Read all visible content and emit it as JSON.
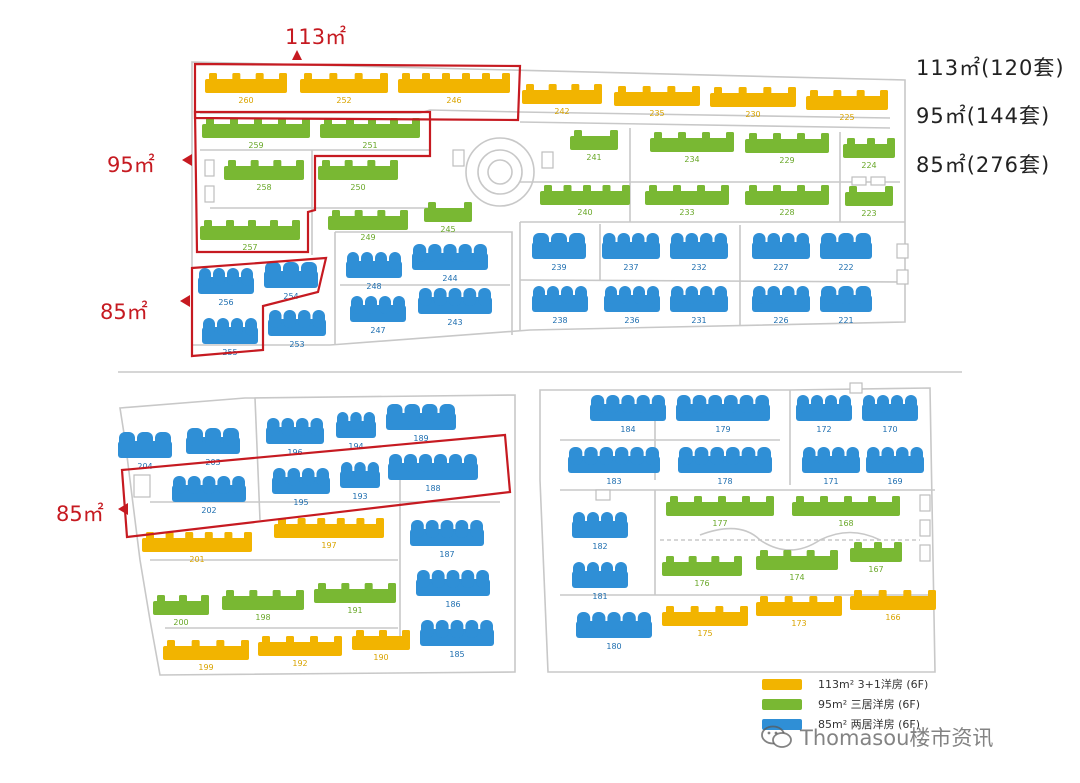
{
  "stats": [
    {
      "label": "113㎡(120套)"
    },
    {
      "label": "95㎡(144套)"
    },
    {
      "label": "85㎡(276套)"
    }
  ],
  "callouts": {
    "c113": "113㎡",
    "c95": "95㎡",
    "c85a": "85㎡",
    "c85b": "85㎡"
  },
  "legend": [
    {
      "label": "113m² 3+1洋房 (6F)",
      "color": "#f2b400"
    },
    {
      "label": "95m² 三居洋房 (6F)",
      "color": "#79b833"
    },
    {
      "label": "85m² 两居洋房 (6F)",
      "color": "#2f8fd6"
    }
  ],
  "watermark": "Thomasou楼市资讯",
  "colors": {
    "yellow": "#f2b400",
    "green": "#79b833",
    "blue": "#2f8fd6",
    "red": "#c61a21",
    "road": "#c8c8c8"
  },
  "buildings": [
    {
      "num": "260",
      "type": "y"
    },
    {
      "num": "252",
      "type": "y"
    },
    {
      "num": "246",
      "type": "y"
    },
    {
      "num": "242",
      "type": "y"
    },
    {
      "num": "235",
      "type": "y"
    },
    {
      "num": "230",
      "type": "y"
    },
    {
      "num": "225",
      "type": "y"
    },
    {
      "num": "259",
      "type": "g"
    },
    {
      "num": "251",
      "type": "g"
    },
    {
      "num": "258",
      "type": "g"
    },
    {
      "num": "250",
      "type": "g"
    },
    {
      "num": "257",
      "type": "g"
    },
    {
      "num": "249",
      "type": "g"
    },
    {
      "num": "245",
      "type": "g"
    },
    {
      "num": "241",
      "type": "g"
    },
    {
      "num": "234",
      "type": "g"
    },
    {
      "num": "229",
      "type": "g"
    },
    {
      "num": "224",
      "type": "g"
    },
    {
      "num": "240",
      "type": "g"
    },
    {
      "num": "233",
      "type": "g"
    },
    {
      "num": "228",
      "type": "g"
    },
    {
      "num": "223",
      "type": "g"
    },
    {
      "num": "256",
      "type": "b"
    },
    {
      "num": "254",
      "type": "b"
    },
    {
      "num": "255",
      "type": "b"
    },
    {
      "num": "253",
      "type": "b"
    },
    {
      "num": "248",
      "type": "b"
    },
    {
      "num": "244",
      "type": "b"
    },
    {
      "num": "247",
      "type": "b"
    },
    {
      "num": "243",
      "type": "b"
    },
    {
      "num": "239",
      "type": "b"
    },
    {
      "num": "237",
      "type": "b"
    },
    {
      "num": "232",
      "type": "b"
    },
    {
      "num": "227",
      "type": "b"
    },
    {
      "num": "222",
      "type": "b"
    },
    {
      "num": "238",
      "type": "b"
    },
    {
      "num": "236",
      "type": "b"
    },
    {
      "num": "231",
      "type": "b"
    },
    {
      "num": "226",
      "type": "b"
    },
    {
      "num": "221",
      "type": "b"
    },
    {
      "num": "204",
      "type": "b"
    },
    {
      "num": "203",
      "type": "b"
    },
    {
      "num": "196",
      "type": "b"
    },
    {
      "num": "194",
      "type": "b"
    },
    {
      "num": "189",
      "type": "b"
    },
    {
      "num": "202",
      "type": "b"
    },
    {
      "num": "195",
      "type": "b"
    },
    {
      "num": "193",
      "type": "b"
    },
    {
      "num": "188",
      "type": "b"
    },
    {
      "num": "201",
      "type": "y"
    },
    {
      "num": "197",
      "type": "y"
    },
    {
      "num": "187",
      "type": "b"
    },
    {
      "num": "200",
      "type": "g"
    },
    {
      "num": "198",
      "type": "g"
    },
    {
      "num": "191",
      "type": "g"
    },
    {
      "num": "186",
      "type": "b"
    },
    {
      "num": "199",
      "type": "y"
    },
    {
      "num": "192",
      "type": "y"
    },
    {
      "num": "190",
      "type": "y"
    },
    {
      "num": "185",
      "type": "b"
    },
    {
      "num": "184",
      "type": "b"
    },
    {
      "num": "179",
      "type": "b"
    },
    {
      "num": "172",
      "type": "b"
    },
    {
      "num": "170",
      "type": "b"
    },
    {
      "num": "183",
      "type": "b"
    },
    {
      "num": "178",
      "type": "b"
    },
    {
      "num": "171",
      "type": "b"
    },
    {
      "num": "169",
      "type": "b"
    },
    {
      "num": "182",
      "type": "b"
    },
    {
      "num": "177",
      "type": "g"
    },
    {
      "num": "168",
      "type": "g"
    },
    {
      "num": "181",
      "type": "b"
    },
    {
      "num": "176",
      "type": "g"
    },
    {
      "num": "174",
      "type": "g"
    },
    {
      "num": "167",
      "type": "g"
    },
    {
      "num": "180",
      "type": "b"
    },
    {
      "num": "175",
      "type": "y"
    },
    {
      "num": "173",
      "type": "y"
    },
    {
      "num": "166",
      "type": "y"
    }
  ]
}
